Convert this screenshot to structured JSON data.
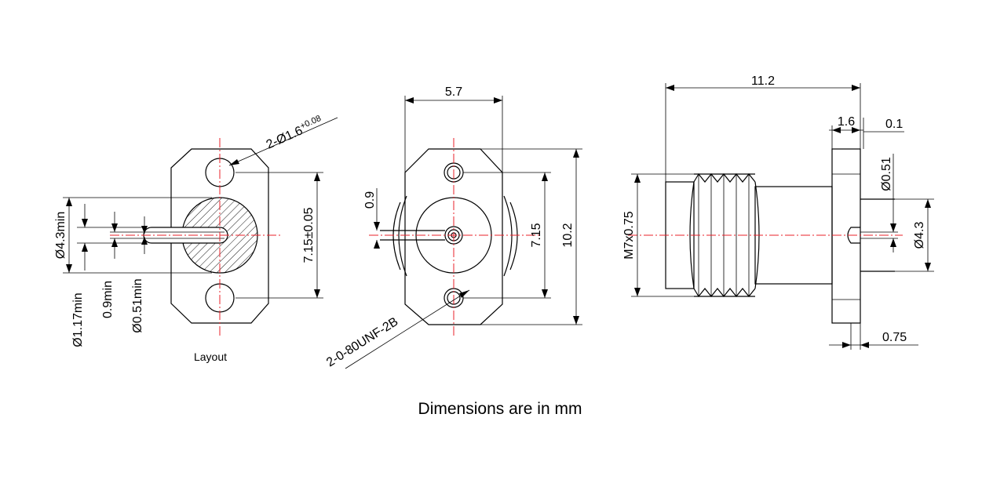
{
  "colors": {
    "line": "#000000",
    "centerline": "#e8202a",
    "background": "#ffffff"
  },
  "layout_view": {
    "label": "Layout",
    "hole_callout": "2-Ø1.6",
    "hole_tolerance": "+0.08",
    "spacing": "7.15±0.05",
    "d_outer": "Ø4.3min",
    "d_117": "Ø1.17min",
    "slot_width": "0.9min",
    "d_051": "Ø0.51min"
  },
  "front_view": {
    "width": "5.7",
    "slot": "0.9",
    "hole_spacing": "7.15",
    "height": "10.2",
    "thread_callout": "2-0-80UNF-2B"
  },
  "side_view": {
    "length": "11.2",
    "flange_thickness": "1.6",
    "offset": "0.1",
    "thread": "M7x0.75",
    "pin_dia": "Ø0.51",
    "bore_dia": "Ø4.3",
    "pin_extend": "0.75"
  },
  "caption": "Dimensions are in mm"
}
